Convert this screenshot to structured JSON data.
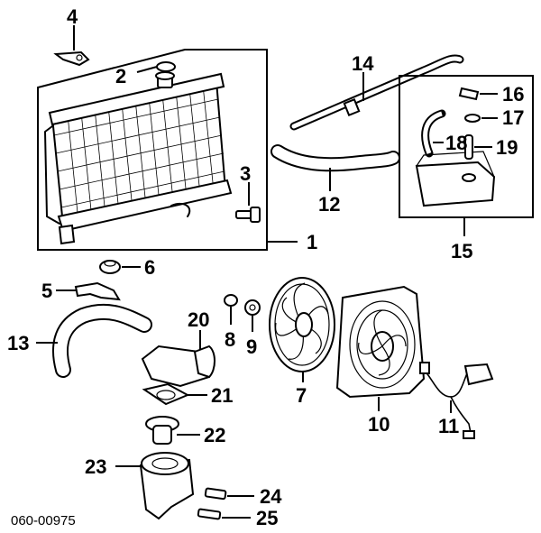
{
  "diagram": {
    "callouts": [
      "1",
      "2",
      "3",
      "4",
      "5",
      "6",
      "7",
      "8",
      "9",
      "10",
      "11",
      "12",
      "13",
      "14",
      "15",
      "16",
      "17",
      "18",
      "19",
      "20",
      "21",
      "22",
      "23",
      "24",
      "25"
    ],
    "reference_code": "060-00975"
  }
}
